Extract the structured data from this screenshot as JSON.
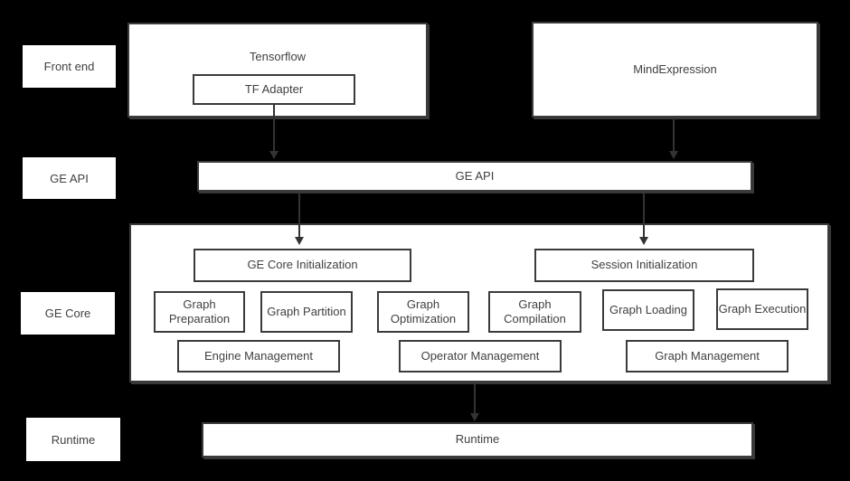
{
  "diagram": {
    "row_labels": {
      "front_end": "Front end",
      "ge_api": "GE API",
      "ge_core": "GE Core",
      "runtime": "Runtime"
    },
    "front_end": {
      "tensorflow": {
        "label": "Tensorflow",
        "adapter_label": "TF Adapter"
      },
      "mind_expression": {
        "label": "MindExpression"
      }
    },
    "ge_api_bar": {
      "label": "GE API"
    },
    "ge_core": {
      "init_boxes": [
        {
          "label": "GE Core Initialization"
        },
        {
          "label": "Session Initialization"
        }
      ],
      "modules": [
        {
          "label": "Graph Preparation"
        },
        {
          "label": "Graph Partition"
        },
        {
          "label": "Graph Optimization"
        },
        {
          "label": "Graph Compilation"
        },
        {
          "label": "Graph Loading"
        },
        {
          "label": "Graph Execution"
        }
      ],
      "managers": [
        {
          "label": "Engine Management"
        },
        {
          "label": "Operator Management"
        },
        {
          "label": "Graph Management"
        }
      ]
    },
    "runtime_bar": {
      "label": "Runtime"
    },
    "colors": {
      "background": "#000000",
      "box_fill": "#ffffff",
      "box_border": "#3b3b3b",
      "text": "#404040",
      "arrow": "#333333"
    }
  }
}
